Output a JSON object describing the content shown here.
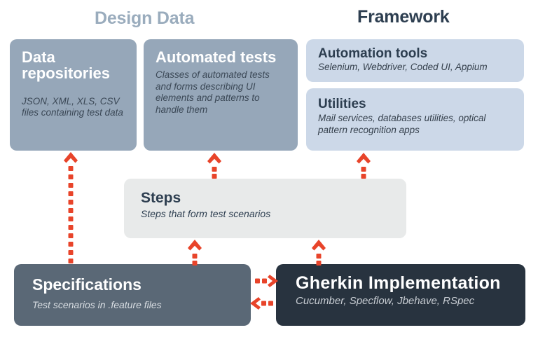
{
  "diagram": {
    "title_design": "Design Data",
    "title_framework": "Framework",
    "accent_color": "#e8442a",
    "colors": {
      "design_box": "#96a7b9",
      "framework_box": "#ccd8e8",
      "steps_box": "#e8eaea",
      "specifications_box": "#5a6876",
      "gherkin_box": "#28333f",
      "design_title_text": "#9aacbd",
      "framework_title_text": "#2d3e50"
    },
    "boxes": {
      "data_repositories": {
        "title": "Data repositories",
        "desc": "JSON, XML, XLS, CSV files containing test data"
      },
      "automated_tests": {
        "title": "Automated tests",
        "desc": "Classes of automated tests and forms describing UI elements and patterns to handle them"
      },
      "automation_tools": {
        "title": "Automation tools",
        "desc": "Selenium, Webdriver, Coded UI, Appium"
      },
      "utilities": {
        "title": "Utilities",
        "desc": "Mail services, databases utilities, optical pattern recognition apps"
      },
      "steps": {
        "title": "Steps",
        "desc": "Steps that form test scenarios"
      },
      "specifications": {
        "title": "Specifications",
        "desc": "Test scenarios in .feature files"
      },
      "gherkin": {
        "title": "Gherkin  Implementation",
        "desc": "Cucumber, Specflow, Jbehave, RSpec"
      }
    },
    "connectors": [
      {
        "name": "specifications-to-data-repositories",
        "direction": "up",
        "style": "dotted"
      },
      {
        "name": "specifications-to-steps",
        "direction": "up",
        "style": "dotted"
      },
      {
        "name": "steps-to-automated-tests",
        "direction": "up",
        "style": "dotted"
      },
      {
        "name": "gherkin-to-steps",
        "direction": "up",
        "style": "dotted"
      },
      {
        "name": "gherkin-to-utilities",
        "direction": "up",
        "style": "dotted"
      },
      {
        "name": "specifications-to-gherkin",
        "direction": "right",
        "style": "dotted"
      },
      {
        "name": "gherkin-to-specifications",
        "direction": "left",
        "style": "dotted"
      }
    ]
  }
}
